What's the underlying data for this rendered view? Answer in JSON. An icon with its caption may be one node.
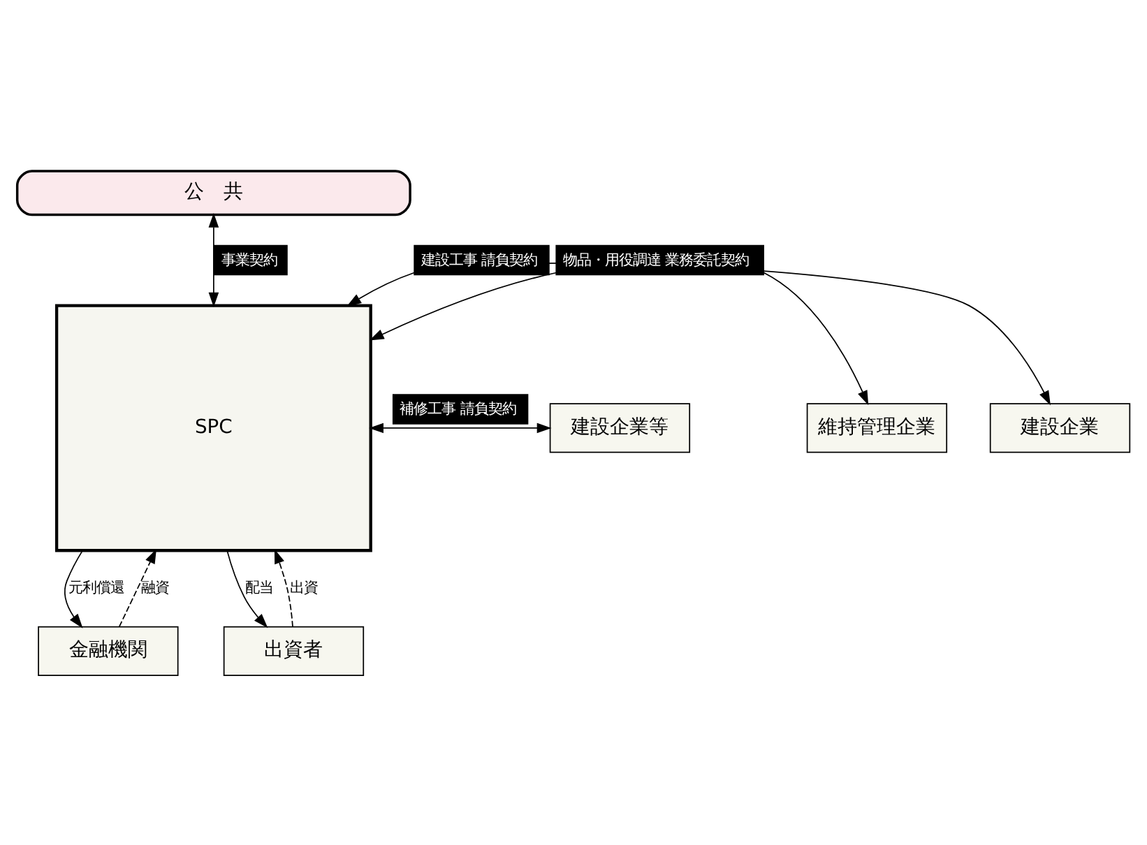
{
  "diagram": {
    "nodes": [
      {
        "text": [
          "公　共"
        ]
      },
      {
        "text": [
          "SPC"
        ]
      },
      {
        "text": [
          "建設企業"
        ]
      },
      {
        "text": [
          "維持管理企業"
        ]
      },
      {
        "text": [
          "建設企業等"
        ]
      },
      {
        "text": [
          "金融機関"
        ]
      },
      {
        "text": [
          "出資者"
        ]
      }
    ],
    "edges": [
      {
        "from": 0,
        "to": 1,
        "arrow": "both",
        "label": "事業契約"
      },
      {
        "from": 1,
        "to": 2,
        "arrow": "both",
        "label": "建設工事 請負契約"
      },
      {
        "from": 1,
        "to": 3,
        "arrow": "both",
        "label": "物品・用役調達 業務委託契約"
      },
      {
        "from": 1,
        "to": 4,
        "arrow": "both",
        "label": "補修工事 請負契約"
      },
      {
        "from": 5,
        "to": 1,
        "arrow": "to",
        "label": "融資",
        "style": "dashed"
      },
      {
        "from": 1,
        "to": 5,
        "arrow": "to",
        "label": "元利償還"
      },
      {
        "from": 6,
        "to": 1,
        "arrow": "to",
        "label": "出資",
        "style": "dashed"
      },
      {
        "from": 1,
        "to": 6,
        "arrow": "to",
        "label": "配当"
      }
    ]
  }
}
